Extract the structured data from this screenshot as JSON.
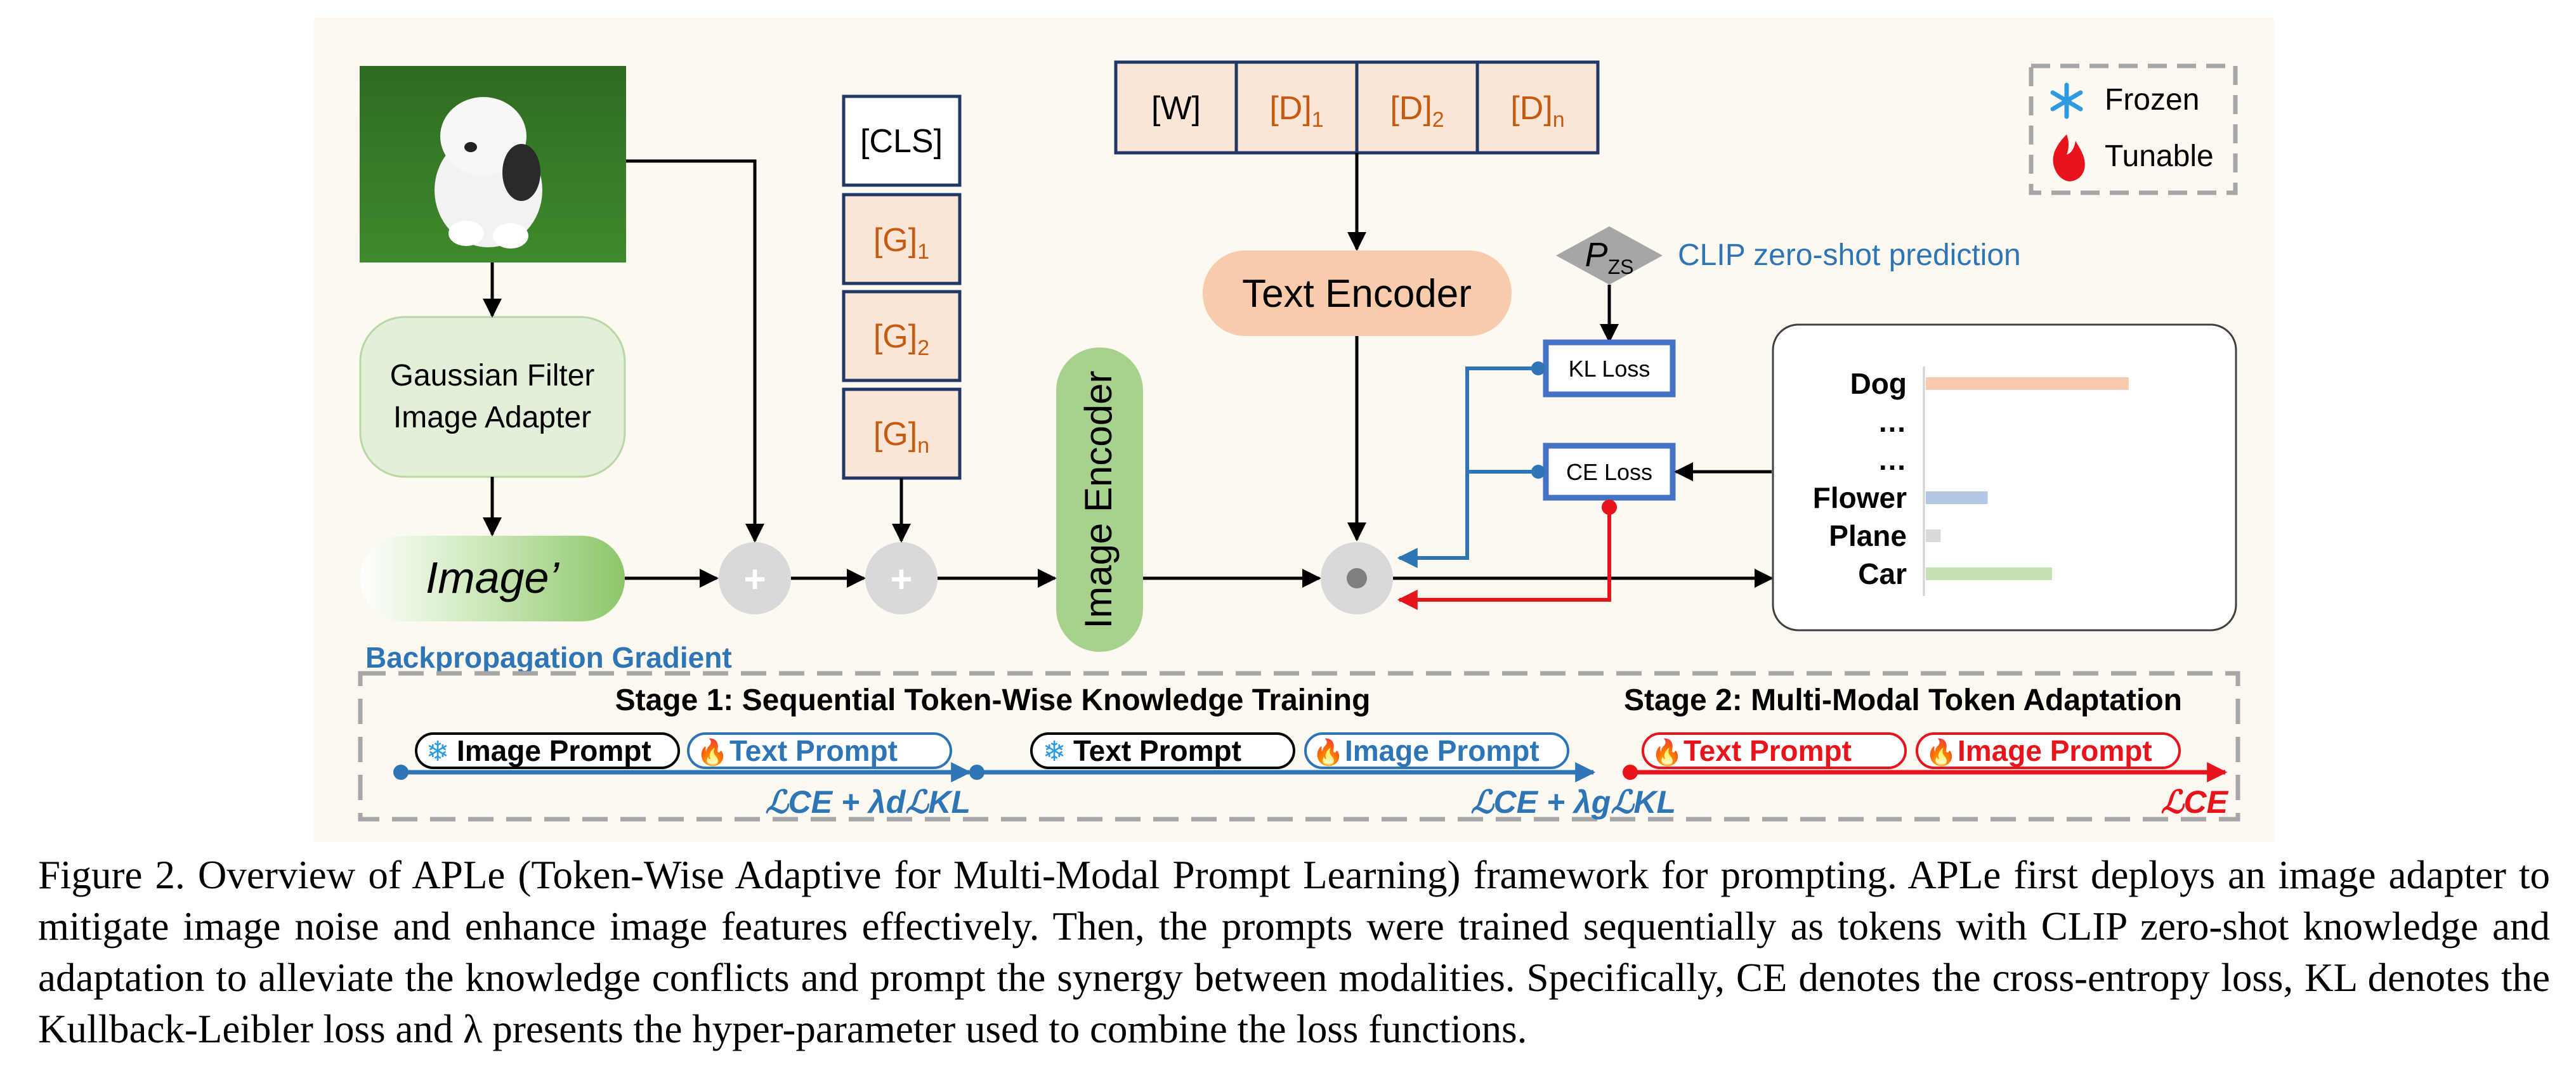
{
  "figure": {
    "image_label": "Image’",
    "gaussian_line1": "Gaussian Filter",
    "gaussian_line2": "Image Adapter",
    "cls_token": "[CLS]",
    "g_base": "[G]",
    "g1_sub": "1",
    "g2_sub": "2",
    "gn_sub": "n",
    "w_token": "[W]",
    "d_base": "[D]",
    "d1_sub": "1",
    "d2_sub": "2",
    "dn_sub": "n",
    "text_encoder": "Text Encoder",
    "image_encoder": "Image Encoder",
    "pzs_base": "P",
    "pzs_sub": "ZS",
    "clip_pred_label": "CLIP zero-shot prediction",
    "kl_loss": "KL Loss",
    "ce_loss": "CE Loss",
    "legend": {
      "frozen": "Frozen",
      "tunable": "Tunable"
    },
    "backprop_label": "Backpropagation Gradient",
    "plus_symbol": "+",
    "stage1_title": "Stage 1: Sequential Token-Wise Knowledge Training",
    "stage2_title": "Stage 2: Multi-Modal Token Adaptation",
    "image_prompt": "Image Prompt",
    "text_prompt": "Text Prompt",
    "loss_ce_kl_d": "ℒCE + λdℒKL",
    "loss_ce_kl_g": "ℒCE + λgℒKL",
    "loss_ce": "ℒCE",
    "colors": {
      "blue": "#2e75b6",
      "red": "#e8141b",
      "orange_text": "#c55a11",
      "peach": "#f8cbad",
      "green": "#a9d18e",
      "box_blue": "#4472c4"
    },
    "icons": [
      "snowflake-icon",
      "flame-icon",
      "dog-photo"
    ]
  },
  "chart_data": {
    "type": "bar",
    "categories": [
      "Dog",
      "…",
      "…",
      "Flower",
      "Plane",
      "Car"
    ],
    "values": [
      0.82,
      0,
      0,
      0.25,
      0.06,
      0.51
    ],
    "colors": [
      "#f8cbad",
      "",
      "",
      "#b4c7e7",
      "#d9d9d9",
      "#c5e0b4"
    ],
    "xlabel": "",
    "ylabel": ""
  },
  "caption": "Figure 2. Overview of APLe (Token-Wise Adaptive for Multi-Modal Prompt Learning) framework for prompting. APLe first deploys an image adapter to mitigate image noise and enhance image features effectively. Then, the prompts were trained sequentially as tokens with CLIP zero-shot knowledge and adaptation to alleviate the knowledge conflicts and prompt the synergy between modalities. Specifically, CE denotes the cross-entropy loss, KL denotes the Kullback-Leibler loss and λ presents the hyper-parameter used to combine the loss functions."
}
